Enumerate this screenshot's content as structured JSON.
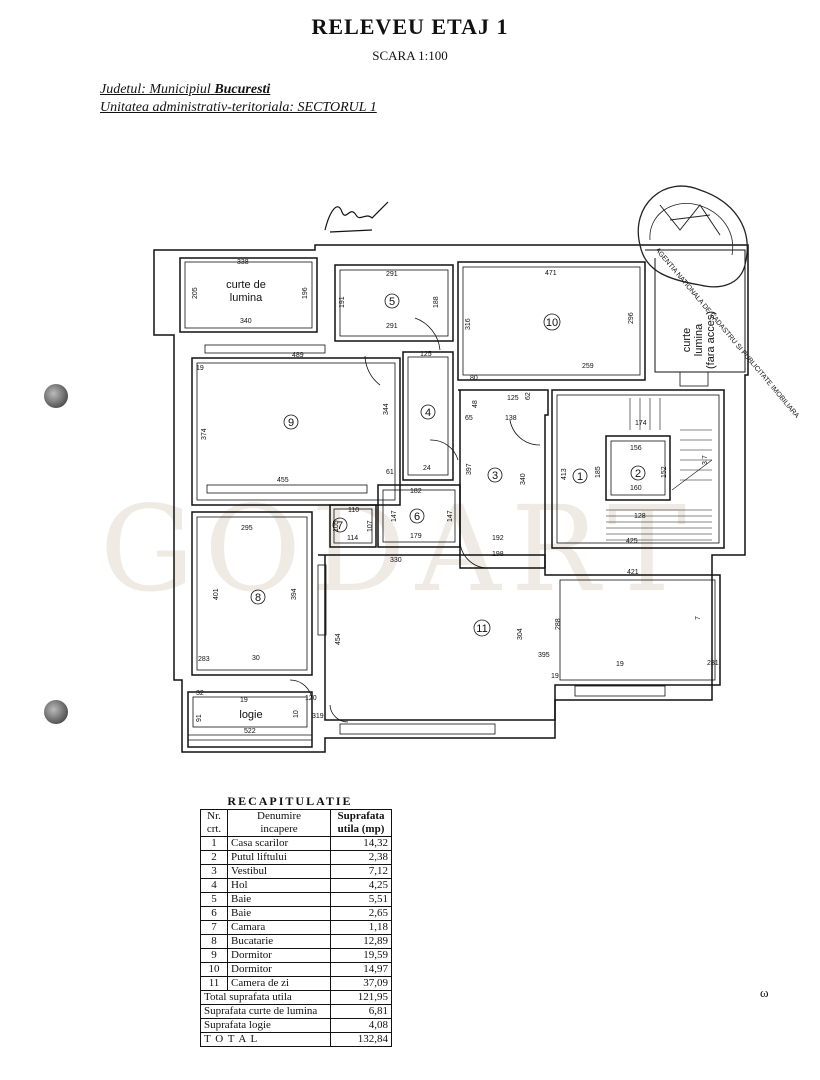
{
  "header": {
    "title": "RELEVEU ETAJ 1",
    "scale": "SCARA 1:100",
    "county_label": "Judetul:",
    "county_value": "Municipiul",
    "county_city": "Bucuresti",
    "unit_label": "Unitatea administrativ-teritoriala:",
    "unit_value": "SECTORUL 1"
  },
  "plan": {
    "areas": {
      "light_court_left": [
        "curte de",
        "lumina"
      ],
      "light_court_right": [
        "curte",
        "lumina",
        "(fara acces)"
      ],
      "loggia": "logie"
    },
    "rooms": [
      "1",
      "2",
      "3",
      "4",
      "5",
      "6",
      "7",
      "8",
      "9",
      "10",
      "11"
    ],
    "dimensions": [
      "338",
      "205",
      "196",
      "340",
      "291",
      "191",
      "188",
      "291",
      "471",
      "316",
      "296",
      "259",
      "489",
      "125",
      "19",
      "374",
      "344",
      "80",
      "125",
      "62",
      "65",
      "48",
      "138",
      "174",
      "156",
      "185",
      "152",
      "160",
      "413",
      "3.7",
      "397",
      "340",
      "455",
      "61",
      "24",
      "182",
      "147",
      "147",
      "179",
      "110",
      "105",
      "107",
      "114",
      "295",
      "192",
      "330",
      "198",
      "128",
      "425",
      "421",
      "401",
      "394",
      "454",
      "304",
      "288",
      "7",
      "283",
      "30",
      "395",
      "19",
      "19",
      "281",
      "19",
      "32",
      "120",
      "91",
      "10",
      "319",
      "522"
    ],
    "stamp": "AGENTIA NATIONALA DE CADASTRU SI PUBLICITATE IMOBILIARA"
  },
  "watermark": "GODART",
  "recap": {
    "title": "RECAPITULATIE",
    "headers": {
      "nr": [
        "Nr.",
        "crt."
      ],
      "name": [
        "Denumire",
        "incapere"
      ],
      "area": [
        "Suprafata",
        "utila (mp)"
      ]
    },
    "rows": [
      {
        "nr": "1",
        "name": "Casa scarilor",
        "area": "14,32"
      },
      {
        "nr": "2",
        "name": "Putul liftului",
        "area": "2,38"
      },
      {
        "nr": "3",
        "name": "Vestibul",
        "area": "7,12"
      },
      {
        "nr": "4",
        "name": "Hol",
        "area": "4,25"
      },
      {
        "nr": "5",
        "name": "Baie",
        "area": "5,51"
      },
      {
        "nr": "6",
        "name": "Baie",
        "area": "2,65"
      },
      {
        "nr": "7",
        "name": "Camara",
        "area": "1,18"
      },
      {
        "nr": "8",
        "name": "Bucatarie",
        "area": "12,89"
      },
      {
        "nr": "9",
        "name": "Dormitor",
        "area": "19,59"
      },
      {
        "nr": "10",
        "name": "Dormitor",
        "area": "14,97"
      },
      {
        "nr": "11",
        "name": "Camera de zi",
        "area": "37,09"
      }
    ],
    "totals": [
      {
        "name": "Total suprafata utila",
        "area": "121,95"
      },
      {
        "name": "Suprafata curte de lumina",
        "area": "6,81"
      },
      {
        "name": "Suprafata logie",
        "area": "4,08"
      }
    ],
    "grand_total": {
      "name": "T O T A L",
      "area": "132,84"
    }
  },
  "corner_mark": "ω"
}
